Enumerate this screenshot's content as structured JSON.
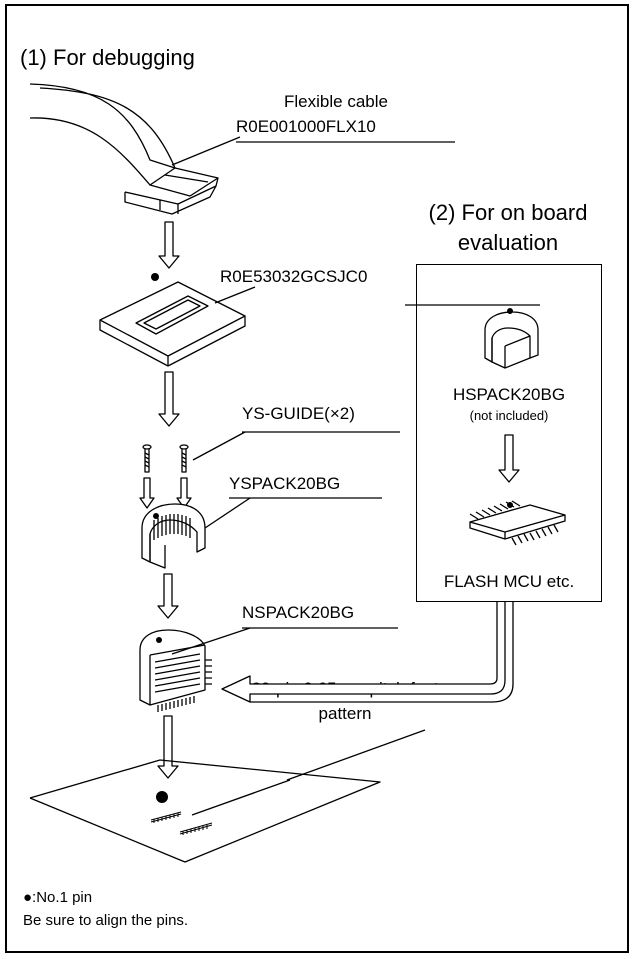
{
  "section_debug": {
    "title": "(1) For debugging"
  },
  "section_eval": {
    "title_line1": "(2) For on board",
    "title_line2": "evaluation"
  },
  "parts": {
    "cable": {
      "name": "Flexible cable",
      "part_no": "R0E001000FLX10"
    },
    "adapter": {
      "part_no": "R0E53032GCSJC0"
    },
    "guide": {
      "part_no": "YS-GUIDE(×2)"
    },
    "yspack": {
      "part_no": "YSPACK20BG"
    },
    "nspack": {
      "part_no": "NSPACK20BG"
    },
    "hspack": {
      "part_no": "HSPACK20BG",
      "note": "(not included)"
    },
    "mcu": {
      "name": "FLASH MCU etc."
    },
    "footprint": {
      "line1": "20-pin 0.65mm pitch foot",
      "line2": "pattern"
    }
  },
  "notes": {
    "pin_legend": "●:No.1 pin",
    "align": "Be sure to align the pins."
  }
}
